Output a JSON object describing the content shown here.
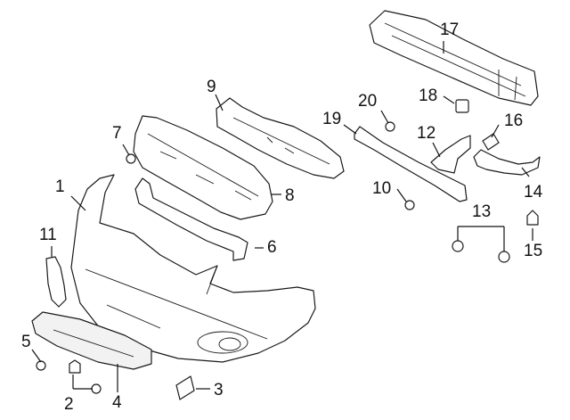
{
  "diagram": {
    "callouts": {
      "c1": "1",
      "c2": "2",
      "c3": "3",
      "c4": "4",
      "c5": "5",
      "c6": "6",
      "c7": "7",
      "c8": "8",
      "c9": "9",
      "c10": "10",
      "c11": "11",
      "c12": "12",
      "c13": "13",
      "c14": "14",
      "c15": "15",
      "c16": "16",
      "c17": "17",
      "c18": "18",
      "c19": "19",
      "c20": "20"
    },
    "colors": {
      "line": "#1a1a1a",
      "background": "#ffffff"
    }
  }
}
